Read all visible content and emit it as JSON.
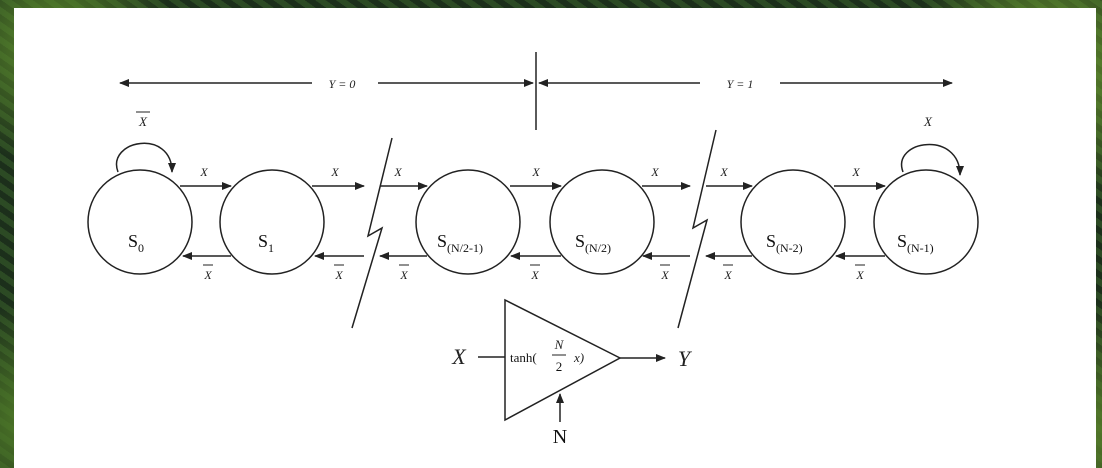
{
  "range_labels": {
    "left": "Y = 0",
    "right": "Y = 1"
  },
  "loop_labels": {
    "left": "X",
    "right": "X"
  },
  "arrow_label": "X",
  "states": [
    {
      "base": "S",
      "sub": "0"
    },
    {
      "base": "S",
      "sub": "1"
    },
    {
      "base": "S",
      "sub": "(N/2-1)"
    },
    {
      "base": "S",
      "sub": "(N/2)"
    },
    {
      "base": "S",
      "sub": "(N-2)"
    },
    {
      "base": "S",
      "sub": "(N-1)"
    }
  ],
  "amplifier": {
    "input": "X",
    "output": "Y",
    "control": "N",
    "func": "tanh(",
    "numerator": "N",
    "denominator": "2",
    "arg": "x)"
  },
  "colors": {
    "line": "#222222",
    "background": "#ffffff",
    "frame": "#223822"
  }
}
